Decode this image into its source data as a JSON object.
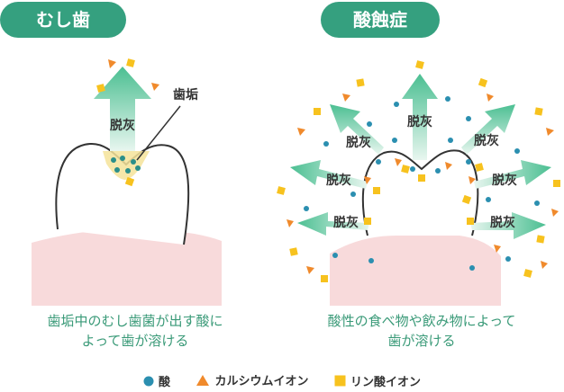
{
  "left_panel": {
    "title": "むし歯",
    "plaque_label": "歯垢",
    "demineral_label": "脱灰",
    "caption_line1": "歯垢中のむし歯菌が出す酸に",
    "caption_line2": "よって歯が溶ける"
  },
  "right_panel": {
    "title": "酸蝕症",
    "demineral_label": "脱灰",
    "caption_line1": "酸性の食べ物や飲み物によって",
    "caption_line2": "歯が溶ける"
  },
  "legend": {
    "acid": "酸",
    "calcium_ion": "カルシウムイオン",
    "phosphate_ion": "リン酸イオン"
  },
  "colors": {
    "badge": "#35a07f",
    "caption": "#3a9a78",
    "acid": "#2b8fb0",
    "calcium": "#f08a2c",
    "phosphate": "#f7c21e",
    "gum": "#f8dadb",
    "arrow": "#5cc39a"
  }
}
